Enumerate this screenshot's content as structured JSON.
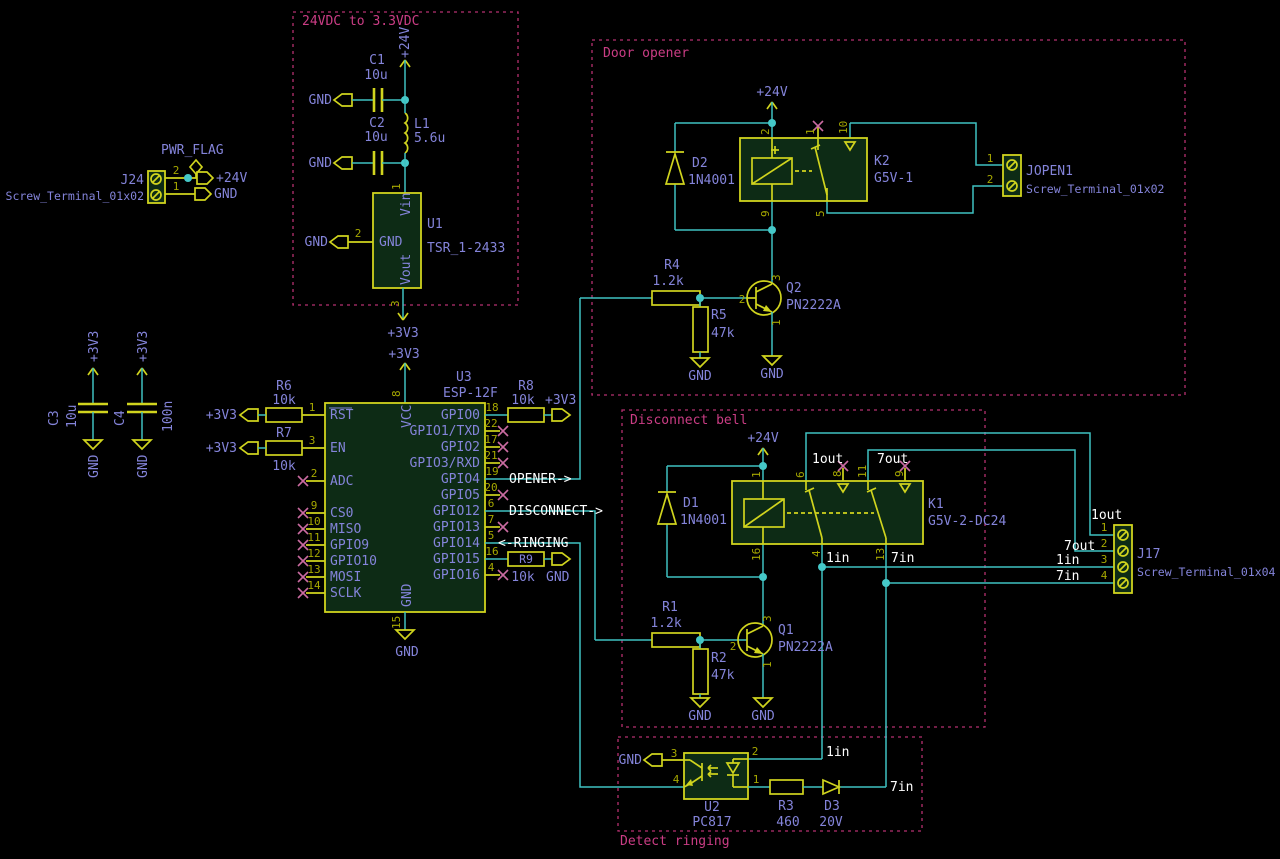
{
  "colors": {
    "background": "#000000",
    "wire": "#3fc1c1",
    "symbol": "#d0d41e",
    "symbol_fill": "#0d2b15",
    "field_text": "#8484da",
    "pin_number": "#a6a800",
    "net_label": "#ffffff",
    "frame": "#b5306f",
    "no_connect": "#cb6ba2"
  },
  "power_input": {
    "flag": "PWR_FLAG",
    "ref": "J24",
    "part": "Screw_Terminal_01x02",
    "pin_top": "2",
    "pin_bottom": "1",
    "net_top": "+24V",
    "net_bottom": "GND"
  },
  "regulator": {
    "title": "24VDC to 3.3VDC",
    "c1_ref": "C1",
    "c1_val": "10u",
    "c2_ref": "C2",
    "c2_val": "10u",
    "l1_ref": "L1",
    "l1_val": "5.6u",
    "u1_ref": "U1",
    "u1_val": "TSR_1-2433",
    "u1_pin_vin": "Vin",
    "u1_pin_gnd": "GND",
    "u1_pin_vout": "Vout",
    "u1_num_vin": "1",
    "u1_num_gnd": "2",
    "u1_num_vout": "3",
    "net_24v": "+24V",
    "net_gnd": "GND",
    "net_3v3": "+3V3"
  },
  "decoupling": {
    "c3_ref": "C3",
    "c3_val": "10u",
    "c4_ref": "C4",
    "c4_val": "100n",
    "net_3v3": "+3V3",
    "net_gnd": "GND"
  },
  "mcu": {
    "ref": "U3",
    "part": "ESP-12F",
    "vcc_num": "8",
    "vcc_name": "VCC",
    "gnd_num": "15",
    "gnd_name": "GND",
    "net_3v3": "+3V3",
    "net_gnd": "GND",
    "left_pins": [
      {
        "num": "1",
        "name": "RST"
      },
      {
        "num": "3",
        "name": "EN"
      },
      {
        "num": "2",
        "name": "ADC"
      },
      {
        "num": "9",
        "name": "CS0"
      },
      {
        "num": "10",
        "name": "MISO"
      },
      {
        "num": "11",
        "name": "GPIO9"
      },
      {
        "num": "12",
        "name": "GPIO10"
      },
      {
        "num": "13",
        "name": "MOSI"
      },
      {
        "num": "14",
        "name": "SCLK"
      }
    ],
    "right_pins": [
      {
        "num": "18",
        "name": "GPIO0"
      },
      {
        "num": "22",
        "name": "GPIO1/TXD"
      },
      {
        "num": "17",
        "name": "GPIO2"
      },
      {
        "num": "21",
        "name": "GPIO3/RXD"
      },
      {
        "num": "19",
        "name": "GPIO4"
      },
      {
        "num": "20",
        "name": "GPIO5"
      },
      {
        "num": "6",
        "name": "GPIO12"
      },
      {
        "num": "7",
        "name": "GPIO13"
      },
      {
        "num": "5",
        "name": "GPIO14"
      },
      {
        "num": "16",
        "name": "GPIO15"
      },
      {
        "num": "4",
        "name": "GPIO16"
      }
    ],
    "r6_ref": "R6",
    "r6_val": "10k",
    "r7_ref": "R7",
    "r7_val": "10k",
    "r8_ref": "R8",
    "r8_val": "10k",
    "r9_ref": "R9",
    "r9_val": "10k",
    "label_opener": "OPENER->",
    "label_disconnect": "DISCONNECT->",
    "label_ringing": "<-RINGING"
  },
  "door_opener": {
    "title": "Door opener",
    "net_24v": "+24V",
    "net_gnd": "GND",
    "d2_ref": "D2",
    "d2_val": "1N4001",
    "k2_ref": "K2",
    "k2_val": "G5V-1",
    "k2_pins": {
      "coil_top": "2",
      "nc": "1",
      "com": "10",
      "coil_bot": "9",
      "no": "5"
    },
    "r4_ref": "R4",
    "r4_val": "1.2k",
    "r5_ref": "R5",
    "r5_val": "47k",
    "q2_ref": "Q2",
    "q2_val": "PN2222A",
    "q2_pins": {
      "b": "2",
      "c": "3",
      "e": "1"
    },
    "jopen_ref": "JOPEN1",
    "jopen_part": "Screw_Terminal_01x02",
    "jopen_p1": "1",
    "jopen_p2": "2"
  },
  "disconnect_bell": {
    "title": "Disconnect bell",
    "net_24v": "+24V",
    "net_gnd": "GND",
    "d1_ref": "D1",
    "d1_val": "1N4001",
    "k1_ref": "K1",
    "k1_val": "G5V-2-DC24",
    "k1_pins": {
      "coil_top": "1",
      "coil_bot": "16",
      "sw1_no": "6",
      "sw1_nc": "8",
      "sw1_com": "4",
      "sw2_no": "11",
      "sw2_nc": "9",
      "sw2_com": "13"
    },
    "r1_ref": "R1",
    "r1_val": "1.2k",
    "r2_ref": "R2",
    "r2_val": "47k",
    "q1_ref": "Q1",
    "q1_val": "PN2222A",
    "q1_pins": {
      "b": "2",
      "c": "3",
      "e": "1"
    },
    "net_1out": "1out",
    "net_7out": "7out",
    "net_1in": "1in",
    "net_7in": "7in"
  },
  "detect_ringing": {
    "title": "Detect ringing",
    "net_gnd": "GND",
    "u2_ref": "U2",
    "u2_val": "PC817",
    "u2_pins": {
      "p1": "1",
      "p2": "2",
      "p3": "3",
      "p4": "4"
    },
    "r3_ref": "R3",
    "r3_val": "460",
    "d3_ref": "D3",
    "d3_val": "20V",
    "net_1in": "1in",
    "net_7in": "7in"
  },
  "j17": {
    "ref": "J17",
    "part": "Screw_Terminal_01x04",
    "p1": "1",
    "p2": "2",
    "p3": "3",
    "p4": "4",
    "net1": "1out",
    "net2": "7out",
    "net3": "1in",
    "net4": "7in"
  }
}
